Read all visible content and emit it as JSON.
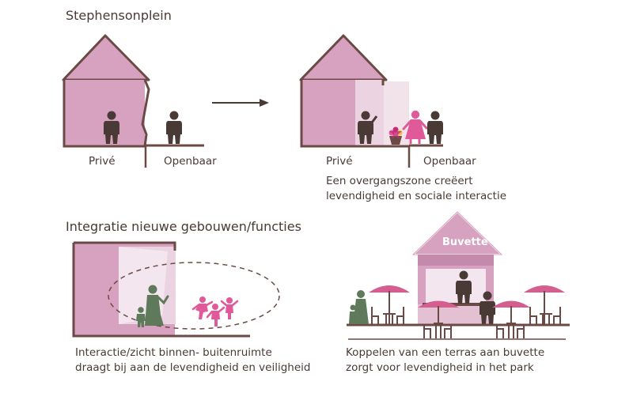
{
  "section1": {
    "title": "Stephensonplein",
    "left": {
      "label_private": "Privé",
      "label_public": "Openbaar"
    },
    "right": {
      "label_private": "Privé",
      "label_public": "Openbaar",
      "caption": [
        "Een overgangszone creëert",
        "levendigheid en sociale interactie"
      ]
    }
  },
  "section2": {
    "title": "Integratie nieuwe gebouwen/functies",
    "left_caption": [
      "Interactie/zicht binnen- buitenruimte",
      "draagt bij aan de levendigheid en veiligheid"
    ],
    "right_caption": [
      "Koppelen van een terras aan buvette",
      "zorgt voor levendigheid in het park"
    ],
    "buvette_sign": "Buvette"
  },
  "colors": {
    "house_pink": "#d7a2bf",
    "house_light": "#ecd3e1",
    "brown": "#6b4a45",
    "person_dark": "#4a3a36",
    "person_green": "#5e7a5a",
    "person_pink": "#e05a9a",
    "umbrella": "#d45e8f"
  }
}
